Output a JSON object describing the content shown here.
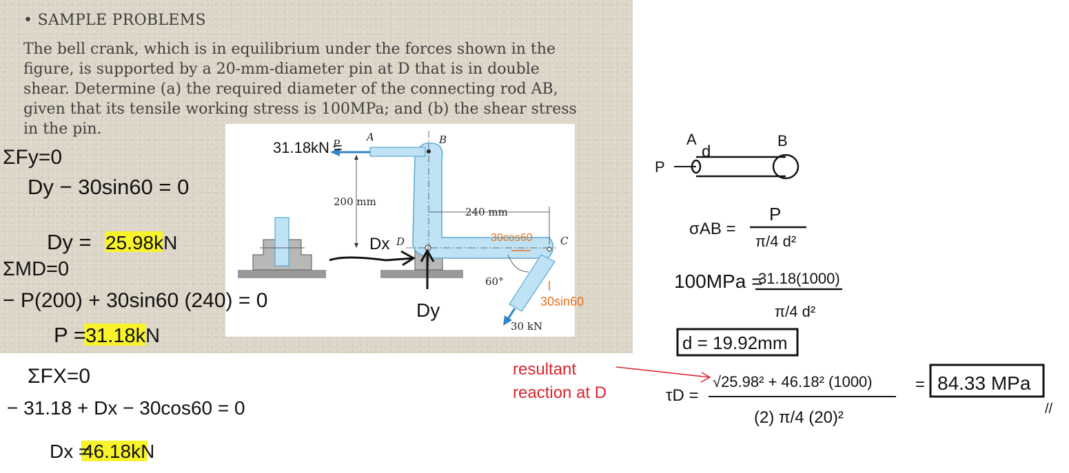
{
  "slide": {
    "heading": "• SAMPLE PROBLEMS",
    "problem_lines": [
      "The bell crank, which is in equilibrium under the forces shown in the",
      "figure, is supported by a 20-mm-diameter pin at D that is in double",
      "shear. Determine (a) the required diameter of the connecting rod AB,",
      "given that its tensile working stress is 100MPa; and (b) the shear stress",
      "in the pin."
    ]
  },
  "figure": {
    "label_A": "A",
    "label_B": "B",
    "label_C": "C",
    "label_D": "D",
    "label_P": "P",
    "dim_vertical": "200 mm",
    "dim_horizontal": "240 mm",
    "angle": "60°",
    "load": "30 kN"
  },
  "handwriting": {
    "sum_fy": "ΣFy=0",
    "fy_eq": "Dy − 30sin60 = 0",
    "dy_label": "Dy =",
    "dy_value": "25.98kN",
    "sum_md": "ΣMD=0",
    "md_eq": "− P(200) + 30sin60 (240) = 0",
    "p_label": "P =",
    "p_value": "31.18kN",
    "sum_fx": "ΣFX=0",
    "fx_eq": "− 31.18 + Dx − 30cos60 = 0",
    "dx_label": "Dx =",
    "dx_value": "46.18kN",
    "fig_p_note": "31.18kN =",
    "fig_dx": "Dx",
    "fig_dy": "Dy",
    "fig_cos": "30cos60",
    "fig_sin": "30sin60",
    "rod_A": "A",
    "rod_B": "B",
    "rod_P": "P",
    "rod_d": "d",
    "sigma_lhs": "σAB =",
    "sigma_num": "P",
    "sigma_den": "π/4 d²",
    "stress_lhs": "100MPa =",
    "stress_num": "31.18(1000)",
    "stress_den": "π/4 d²",
    "d_result": "d = 19.92mm",
    "note_line1": "resultant",
    "note_line2": "reaction at D",
    "tau_lhs": "τD =",
    "tau_num": "√25.98² + 46.18² (1000)",
    "tau_den": "(2) π/4 (20)²",
    "tau_eq": "=",
    "tau_result": "84.33 MPa",
    "check_mark": "//"
  },
  "colors": {
    "highlight": "#f8f32b",
    "ink": "#111111",
    "orange": "#e8701e",
    "red": "#d9232f",
    "crank_fill": "#bfe3f4",
    "crank_stroke": "#5aa7cf",
    "arrow": "#2f86c9"
  }
}
